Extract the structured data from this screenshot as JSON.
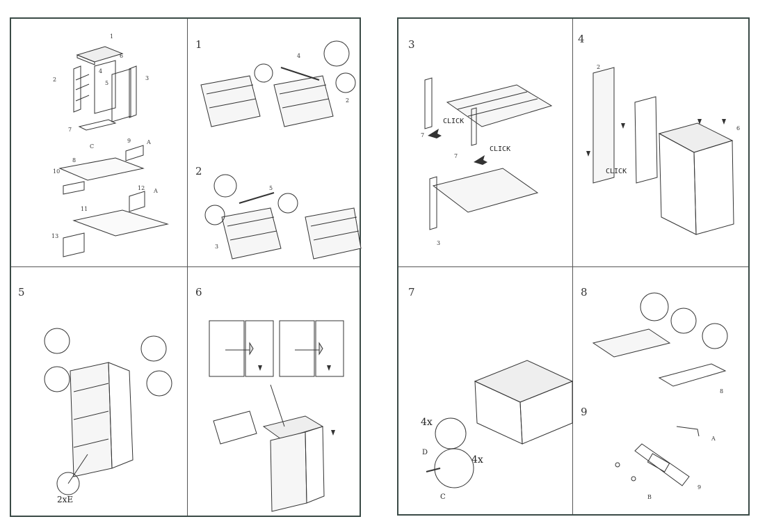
{
  "steps": [
    "1",
    "2",
    "3",
    "4",
    "5",
    "6",
    "7",
    "8",
    "9"
  ],
  "parts_overview": {
    "labels": [
      "1",
      "2",
      "4",
      "6",
      "5",
      "3",
      "7",
      "C",
      "9",
      "A",
      "8",
      "10",
      "12",
      "A",
      "11",
      "13"
    ]
  },
  "step1": {
    "labels": [
      "4",
      "2"
    ]
  },
  "step2": {
    "labels": [
      "5",
      "3"
    ]
  },
  "step3": {
    "click_1": "CLICK",
    "click_2": "CLICK",
    "labels": [
      "7",
      "7",
      "3"
    ]
  },
  "step4": {
    "click": "CLICK",
    "labels": [
      "2",
      "6"
    ]
  },
  "step5": {
    "quantity": "2xE"
  },
  "step7": {
    "qty_d": "4x",
    "qty_c": "4x",
    "part_d": "D",
    "part_c": "C"
  },
  "step8": {
    "labels": [
      "8"
    ]
  },
  "step9": {
    "labels": [
      "A",
      "9",
      "B"
    ]
  }
}
